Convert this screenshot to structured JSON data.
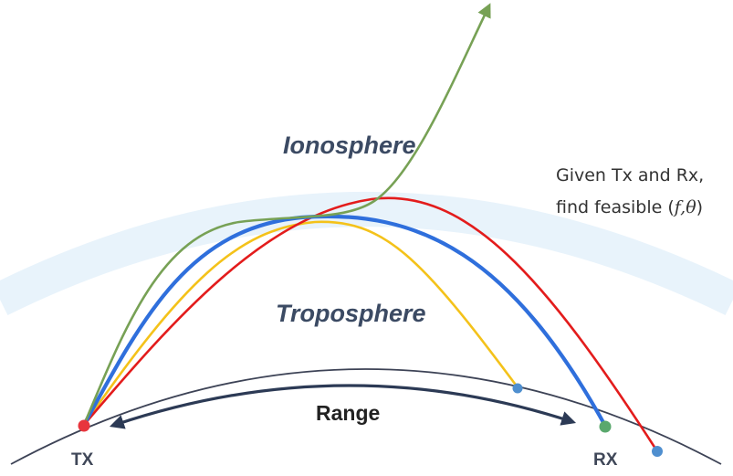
{
  "labels": {
    "ionosphere": "Ionosphere",
    "troposphere": "Troposphere",
    "range": "Range",
    "tx": "TX",
    "rx": "RX"
  },
  "note": {
    "line1": "Given Tx and Rx,",
    "line2_prefix": "find feasible (",
    "line2_math": "f,θ",
    "line2_suffix": ")"
  },
  "colors": {
    "ionosphere_band": "#e8f3fb",
    "earth": "#3d4356",
    "range_arrow": "#2c3a55",
    "ray_green": "#77a155",
    "ray_blue": "#2f6fdc",
    "ray_yellow": "#f4c21a",
    "ray_red": "#e31c1c",
    "point_red": "#e8353d",
    "point_green": "#5aa86d",
    "point_blue": "#4f8fcf"
  },
  "rays": [
    {
      "name": "green-ray",
      "color_key": "ray_green",
      "note": "escapes"
    },
    {
      "name": "blue-ray",
      "color_key": "ray_blue",
      "note": "lands at RX"
    },
    {
      "name": "yellow-ray",
      "color_key": "ray_yellow",
      "note": "short"
    },
    {
      "name": "red-ray",
      "color_key": "ray_red",
      "note": "overshoots"
    }
  ]
}
